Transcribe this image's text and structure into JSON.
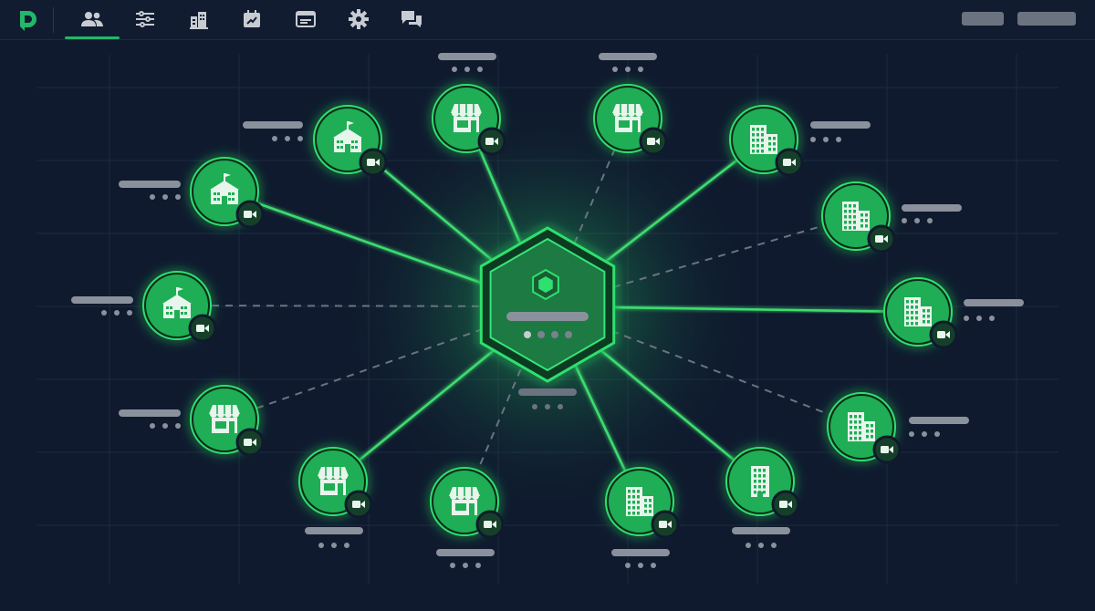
{
  "app": {
    "logo_icon": "brand-logo-icon"
  },
  "nav": [
    {
      "id": "people",
      "icon": "people-icon",
      "active": true
    },
    {
      "id": "filters",
      "icon": "sliders-icon",
      "active": false
    },
    {
      "id": "buildings",
      "icon": "buildings-icon",
      "active": false
    },
    {
      "id": "calendar",
      "icon": "calendar-icon",
      "active": false
    },
    {
      "id": "window",
      "icon": "window-icon",
      "active": false
    },
    {
      "id": "settings",
      "icon": "gear-icon",
      "active": false
    },
    {
      "id": "messages",
      "icon": "chat-icon",
      "active": false
    }
  ],
  "colors": {
    "background": "#0f1a2e",
    "accent": "#22c55e",
    "accent_dark": "#1a6b3c",
    "link_solid": "#3ddc6e",
    "link_dashed": "#6b7380",
    "placeholder": "#8a919c"
  },
  "hub": {
    "icon": "hexagon-hub-icon",
    "page_indicator_count": 4,
    "active_indicator": 0
  },
  "nodes": [
    {
      "id": "school-1",
      "type": "school",
      "icon": "school-icon",
      "badge": "video-camera-icon",
      "link": "solid"
    },
    {
      "id": "school-2",
      "type": "school",
      "icon": "school-icon",
      "badge": "video-camera-icon",
      "link": "solid"
    },
    {
      "id": "school-3",
      "type": "school",
      "icon": "school-icon",
      "badge": "video-camera-icon",
      "link": "dashed"
    },
    {
      "id": "store-1",
      "type": "store",
      "icon": "storefront-icon",
      "badge": "video-camera-icon",
      "link": "solid"
    },
    {
      "id": "store-2",
      "type": "store",
      "icon": "storefront-icon",
      "badge": "video-camera-icon",
      "link": "dashed"
    },
    {
      "id": "office-1",
      "type": "office",
      "icon": "office-building-icon",
      "badge": "video-camera-icon",
      "link": "solid"
    },
    {
      "id": "office-2",
      "type": "office",
      "icon": "office-building-icon",
      "badge": "video-camera-icon",
      "link": "dashed"
    },
    {
      "id": "office-3",
      "type": "office",
      "icon": "office-building-icon",
      "badge": "video-camera-icon",
      "link": "solid"
    },
    {
      "id": "office-4",
      "type": "office",
      "icon": "office-building-icon",
      "badge": "video-camera-icon",
      "link": "dashed"
    },
    {
      "id": "tower-1",
      "type": "tower",
      "icon": "tower-building-icon",
      "badge": "video-camera-icon",
      "link": "solid"
    },
    {
      "id": "office-5",
      "type": "office",
      "icon": "office-building-icon",
      "badge": "video-camera-icon",
      "link": "solid"
    },
    {
      "id": "store-3",
      "type": "store",
      "icon": "storefront-icon",
      "badge": "video-camera-icon",
      "link": "dashed"
    },
    {
      "id": "store-4",
      "type": "store",
      "icon": "storefront-icon",
      "badge": "video-camera-icon",
      "link": "solid"
    },
    {
      "id": "store-5",
      "type": "store",
      "icon": "storefront-icon",
      "badge": "video-camera-icon",
      "link": "dashed"
    }
  ]
}
